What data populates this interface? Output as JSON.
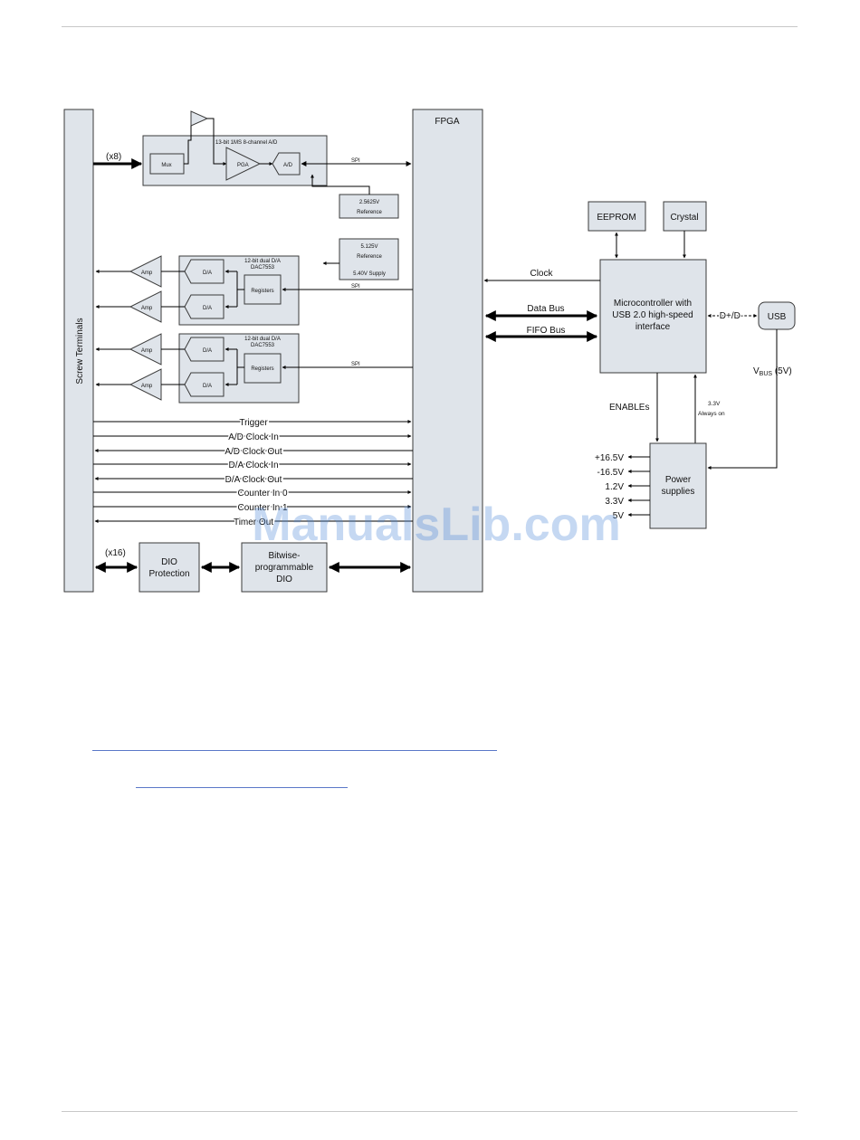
{
  "diagram": {
    "screw_terminals": "Screw Terminals",
    "fpga": "FPGA",
    "adc": {
      "title": "13-bit 1MS 8-channel A/D",
      "input_count": "(x8)",
      "mux": "Mux",
      "pga": "PGA",
      "ad": "A/D",
      "spi": "SPI"
    },
    "ref1": {
      "line1": "2.5625V",
      "line2": "Reference"
    },
    "ref2": {
      "line1": "5.125V",
      "line2": "Reference",
      "line3": "5.40V Supply"
    },
    "dac1": {
      "title_line1": "12-bit dual D/A",
      "title_line2": "DAC7553",
      "da": "D/A",
      "registers": "Registers",
      "spi": "SPI"
    },
    "dac2": {
      "title_line1": "12-bit dual D/A",
      "title_line2": "DAC7553",
      "da": "D/A",
      "registers": "Registers",
      "spi": "SPI"
    },
    "amp": "Amp",
    "signals": [
      "Trigger",
      "A/D Clock In",
      "A/D Clock Out",
      "D/A Clock In",
      "D/A Clock Out",
      "Counter In 0",
      "Counter In 1",
      "Timer Out"
    ],
    "dio": {
      "count": "(x16)",
      "protection_line1": "DIO",
      "protection_line2": "Protection",
      "bitwise_line1": "Bitwise-",
      "bitwise_line2": "programmable",
      "bitwise_line3": "DIO"
    },
    "eeprom": "EEPROM",
    "crystal": "Crystal",
    "clock": "Clock",
    "data_bus": "Data Bus",
    "fifo_bus": "FIFO Bus",
    "micro": {
      "line1": "Microcontroller with",
      "line2": "USB 2.0 high-speed",
      "line3": "interface"
    },
    "dpm": "D+/D-",
    "usb": "USB",
    "vbus": {
      "v": "V",
      "sub": "BUS",
      "rest": " (5V)"
    },
    "enables": "ENABLEs",
    "always_on": {
      "line1": "3.3V",
      "line2": "Always on"
    },
    "power": {
      "line1": "Power",
      "line2": "supplies"
    },
    "rails": [
      "+16.5V",
      "-16.5V",
      "1.2V",
      "3.3V",
      "5V"
    ],
    "watermark": "ManualsLib.com"
  }
}
